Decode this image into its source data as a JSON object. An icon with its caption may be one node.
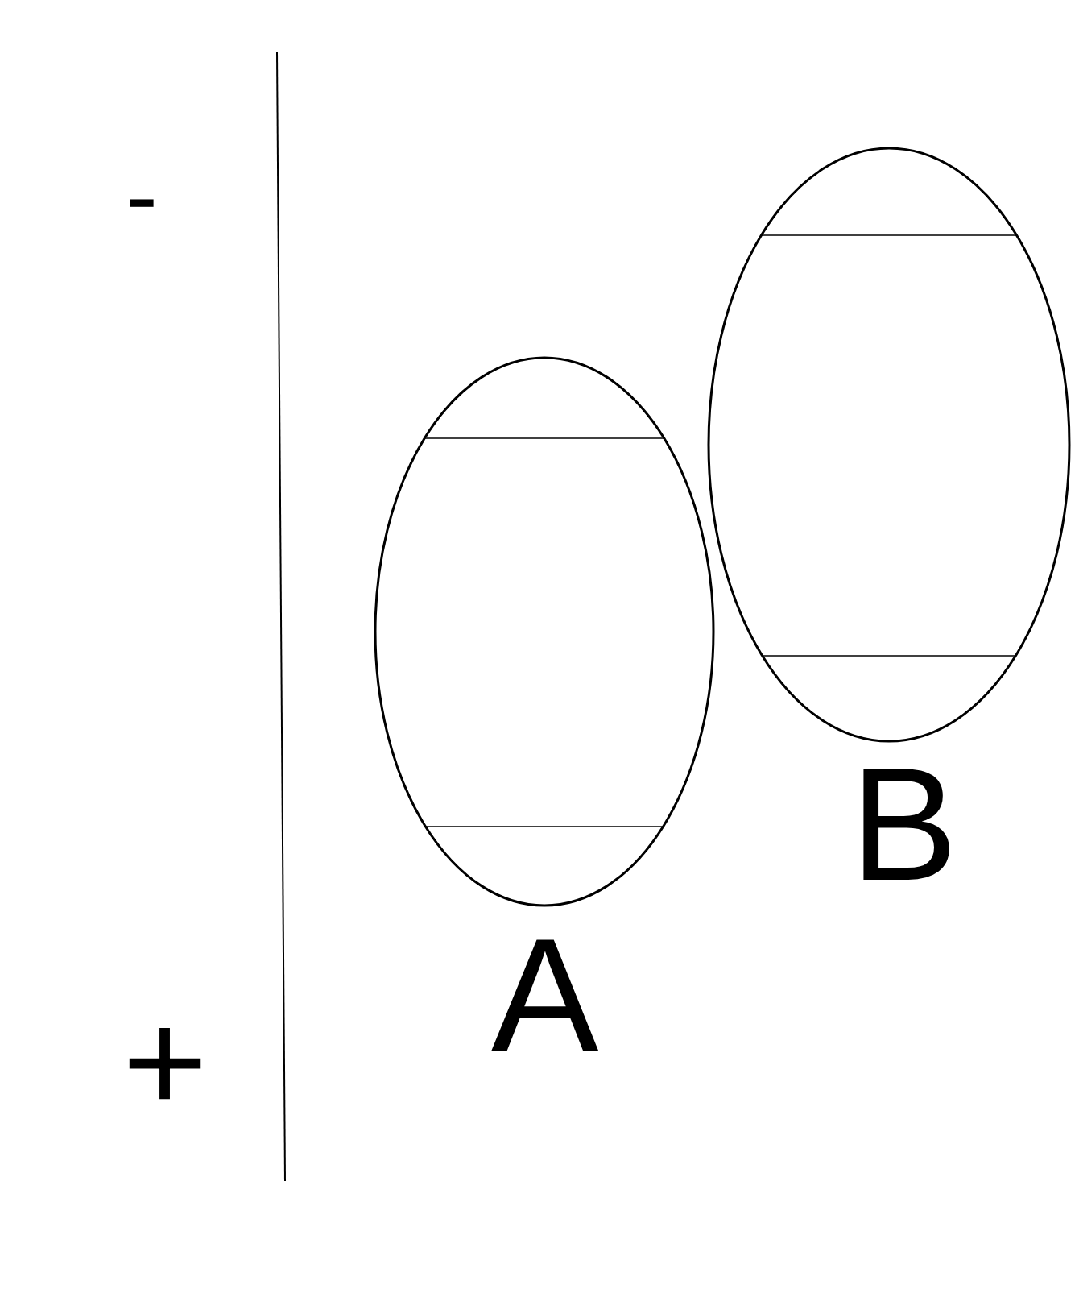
{
  "diagram": {
    "nodes": [
      {
        "text": [],
        "shape": "ellipse",
        "beside": [
          "A"
        ]
      },
      {
        "text": [],
        "shape": "ellipse",
        "beside": [
          "B"
        ]
      }
    ],
    "labels": [
      "-",
      "+"
    ]
  }
}
